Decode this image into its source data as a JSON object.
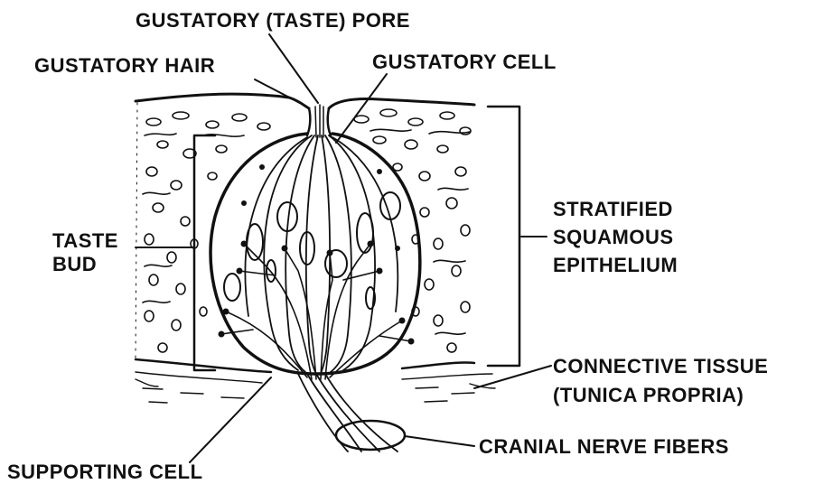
{
  "labels": {
    "gustatory_pore": "GUSTATORY (TASTE) PORE",
    "gustatory_hair": "GUSTATORY HAIR",
    "gustatory_cell": "GUSTATORY CELL",
    "taste_bud_line1": "TASTE",
    "taste_bud_line2": "BUD",
    "epithelium_line1": "STRATIFIED",
    "epithelium_line2": "SQUAMOUS",
    "epithelium_line3": "EPITHELIUM",
    "connective_line1": "CONNECTIVE TISSUE",
    "connective_line2": "(TUNICA PROPRIA)",
    "cranial_nerve": "CRANIAL NERVE FIBERS",
    "supporting_cell": "SUPPORTING CELL"
  },
  "colors": {
    "ink": "#111111",
    "background": "#ffffff"
  }
}
